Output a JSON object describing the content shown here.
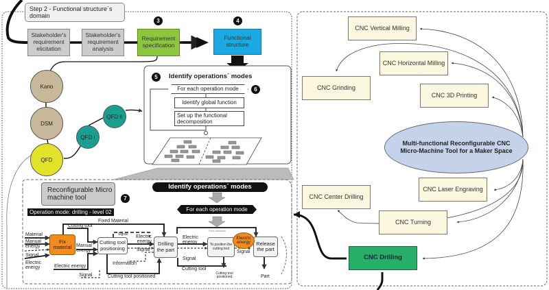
{
  "left_panel": {
    "step_label": "Step 2 - Functional structure´s domain",
    "process": [
      {
        "label": "Stakeholder's requirement elicitation",
        "color": "#cccccc"
      },
      {
        "label": "Stakeholder's requirement analysis",
        "color": "#cccccc"
      },
      {
        "label": "Requirement specification",
        "color": "#8cc63f",
        "badge": "3"
      },
      {
        "label": "Functional structure",
        "color": "#1ba9e1",
        "badge": "4"
      }
    ],
    "methods": [
      {
        "label": "Kano",
        "color": "#c8b89a"
      },
      {
        "label": "DSM",
        "color": "#c8b89a"
      },
      {
        "label": "QFD",
        "color": "#e2e22a"
      },
      {
        "label": "QFD I",
        "color": "#1a9e8f"
      },
      {
        "label": "QFD II",
        "color": "#1a9e8f"
      }
    ],
    "operations_box": {
      "badge": "5",
      "title": "Identify operations´ modes",
      "loop_label": "For each operation mode",
      "loop_badge": "6",
      "steps": [
        "Identify global function",
        "Set up the functional decomposition"
      ]
    },
    "machine": {
      "title": "Reconfigurable Micro machine tool",
      "badge": "7",
      "mode_label": "Operation mode: drilling - level 02",
      "identify_label": "Identify operations´ modes",
      "loop_label": "For each operation mode",
      "small_label": "Para destrado"
    },
    "functions": {
      "fix_material": "Fix material",
      "cutting_tool_positioning": "Cutting tool positioning",
      "drilling": "Drilling the part",
      "to_position": "To position the cutting tool",
      "release": "Release the part",
      "electric_energy_highlight": "Electric energy"
    },
    "flow_labels": {
      "fixed_material": "Fixed Material",
      "material": "Material",
      "manual_energy_in": "Manual energy",
      "signal_in": "Signal",
      "electric_energy_in": "Electric energy",
      "cutting_tool_1": "Cutting tool",
      "manual_energy_2": "Manual energy",
      "electric_energy_2": "Electric energy",
      "signal_bottom": "Signal",
      "signal_dashed": "Signal",
      "electric_energy_3": "Electric energy",
      "signal_3": "Signal",
      "information": "Information",
      "cutting_tool_positioned": "Cutting tool positioned",
      "electric_energy_4": "Electric energy",
      "signal_4": "Signal",
      "cutting_tool_2": "Cutting tool",
      "cutting_tool_positioned_2": "Cutting tool positioned",
      "signal_5": "Signal",
      "part": "Part"
    }
  },
  "right_panel": {
    "center": "Multi-functional Reconfigurable CNC Micro-Machine Tool for a Maker Space",
    "center_color": "#c5d3ea",
    "machines": [
      {
        "label": "CNC Vertical Milling"
      },
      {
        "label": "CNC Horizontal Milling"
      },
      {
        "label": "CNC Grinding"
      },
      {
        "label": "CNC 3D Printing"
      },
      {
        "label": "CNC Laser Engraving"
      },
      {
        "label": "CNC Center Drilling"
      },
      {
        "label": "CNC Turning"
      },
      {
        "label": "CNC Drilling",
        "highlight": true,
        "color": "#27ae68"
      }
    ]
  }
}
